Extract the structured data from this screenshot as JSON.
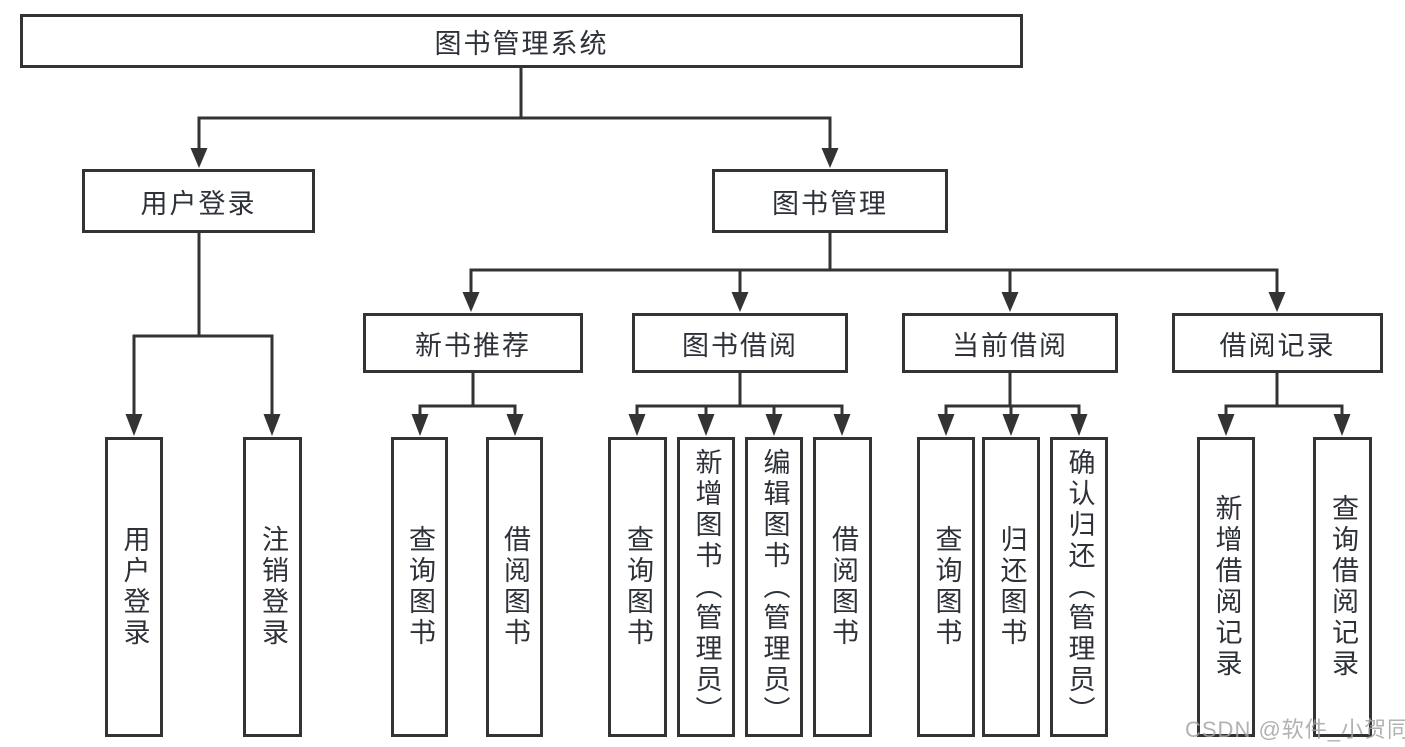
{
  "diagram": {
    "root": {
      "label": "图书管理系统"
    },
    "branches": [
      {
        "label": "用户登录",
        "children": [
          {
            "label": "用户登录"
          },
          {
            "label": "注销登录"
          }
        ]
      },
      {
        "label": "图书管理",
        "children": [
          {
            "label": "新书推荐",
            "children": [
              {
                "label": "查询图书"
              },
              {
                "label": "借阅图书"
              }
            ]
          },
          {
            "label": "图书借阅",
            "children": [
              {
                "label": "查询图书"
              },
              {
                "label": "新增图书（管理员）"
              },
              {
                "label": "编辑图书（管理员）"
              },
              {
                "label": "借阅图书"
              }
            ]
          },
          {
            "label": "当前借阅",
            "children": [
              {
                "label": "查询图书"
              },
              {
                "label": "归还图书"
              },
              {
                "label": "确认归还（管理员）"
              }
            ]
          },
          {
            "label": "借阅记录",
            "children": [
              {
                "label": "新增借阅记录"
              },
              {
                "label": "查询借阅记录"
              }
            ]
          }
        ]
      }
    ]
  },
  "watermark": {
    "text": "CSDN @软件_小贺同学"
  },
  "colors": {
    "line": "#333333",
    "box_border": "#333333",
    "text": "#2d3138",
    "watermark": "#a5a5a5",
    "background": "#ffffff"
  }
}
